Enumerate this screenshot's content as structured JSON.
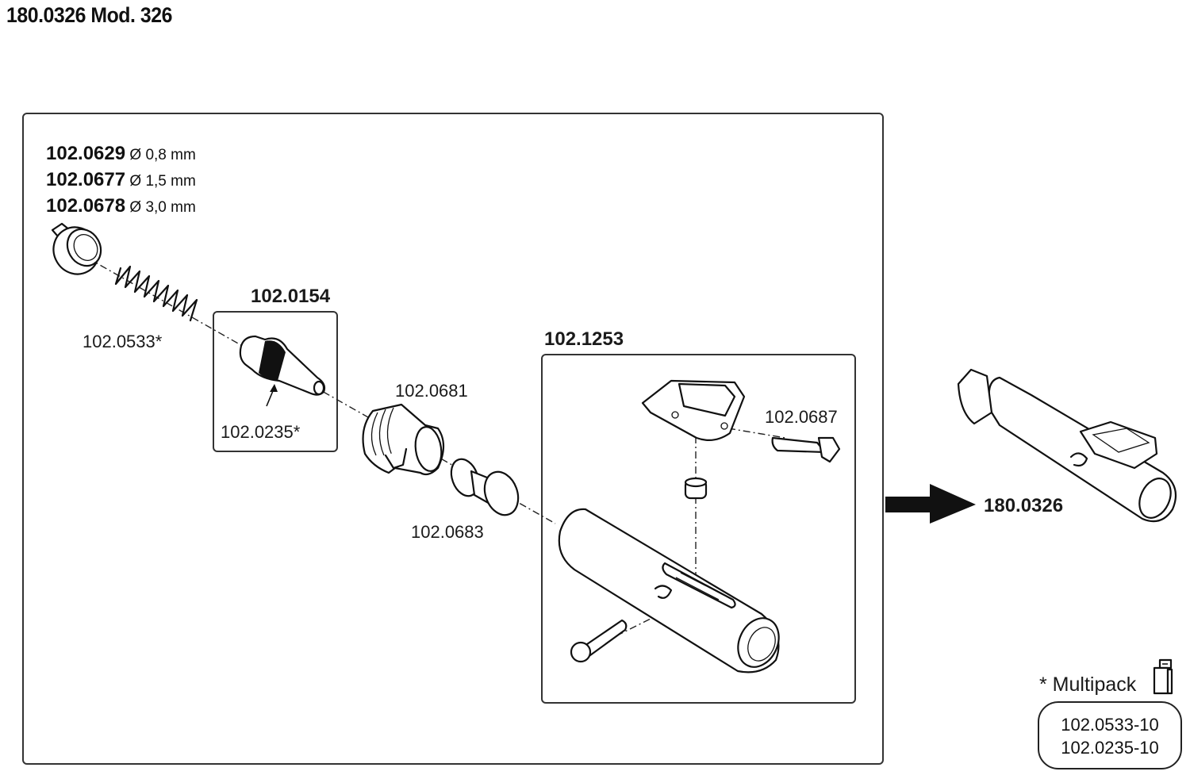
{
  "title": "180.0326 Mod. 326",
  "nozzle_variants": [
    {
      "code": "102.0629",
      "size": "Ø 0,8 mm"
    },
    {
      "code": "102.0677",
      "size": "Ø 1,5 mm"
    },
    {
      "code": "102.0678",
      "size": "Ø 3,0 mm"
    }
  ],
  "parts": {
    "spring": "102.0533*",
    "needle_assembly": "102.0154",
    "needle_seal": "102.0235*",
    "adapter": "102.0681",
    "valve_plug": "102.0683",
    "handle_assembly": "102.1253",
    "screw": "102.0687"
  },
  "result": {
    "code": "180.0326",
    "arrow_icon": "right-arrow"
  },
  "multipack": {
    "label": "* Multipack",
    "icon": "package-icon",
    "items": [
      "102.0533-10",
      "102.0235-10"
    ]
  }
}
